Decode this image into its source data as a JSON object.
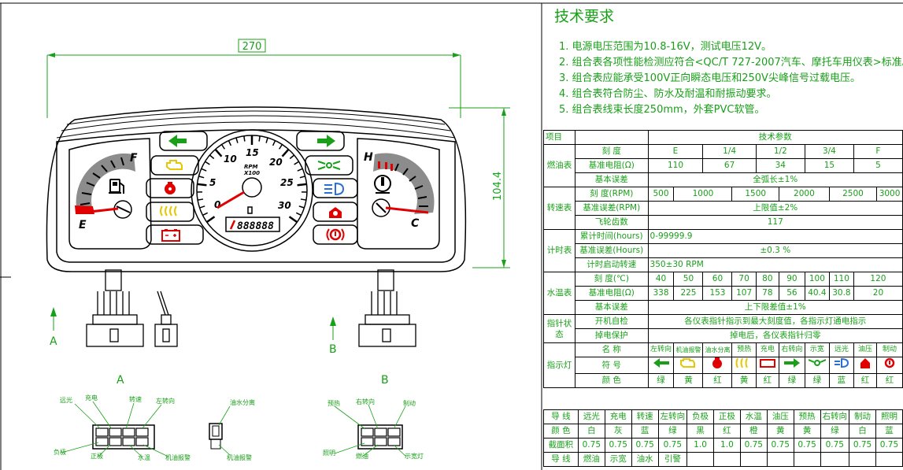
{
  "dims": {
    "width": "270",
    "height": "104.4"
  },
  "view_labels": {
    "a": "A",
    "b": "B",
    "a_arrow": "A",
    "b_arrow": "B"
  },
  "tach": {
    "ticks": [
      "0",
      "5",
      "10",
      "15",
      "20",
      "25",
      "30"
    ],
    "rpm": "RPM",
    "x100": "X100",
    "odometer": "888888"
  },
  "fuel": {
    "f": "F",
    "e": "E"
  },
  "temp": {
    "h": "H",
    "c": "C"
  },
  "requirements": {
    "title": "技术要求",
    "items": [
      "1. 电源电压范围为10.8-16V，测试电压12V。",
      "2. 组合表各项性能检测应符合<QC/T 727-2007汽车、摩托车用仪表>标准。",
      "3. 组合表应能承受100V正向瞬态电压和250V尖峰信号过载电压。",
      "4. 组合表符合防尘、防水及耐温和耐振动要求。",
      "5. 组合表线束长度250mm，外套PVC软管。"
    ]
  },
  "spec_table": {
    "header": {
      "item": "项目",
      "params": "技术参数"
    },
    "fuel": {
      "name": "燃油表",
      "r1": {
        "label": "刻  度",
        "vals": [
          "E",
          "1/4",
          "1/2",
          "3/4",
          "F"
        ]
      },
      "r2": {
        "label": "基准电阻(Ω)",
        "vals": [
          "110",
          "67",
          "34",
          "15",
          "5"
        ]
      },
      "r3": {
        "label": "基本误差",
        "val": "全弧长±1%"
      }
    },
    "tach": {
      "name": "转速表",
      "r1": {
        "label": "刻  度(RPM)",
        "vals": [
          "500",
          "1000",
          "1500",
          "2000",
          "2500",
          "3000"
        ]
      },
      "r2": {
        "label": "基准误差(RPM)",
        "val": "上限值±2%"
      },
      "r3": {
        "label": "飞轮齿数",
        "val": "117"
      }
    },
    "hour": {
      "name": "计时表",
      "r1": {
        "label": "累计时间(hours)",
        "val": "0-99999.9"
      },
      "r2": {
        "label": "基准误差(Hours)",
        "val": "±0.3 %"
      },
      "r3": {
        "label": "计时启动转速",
        "val": "350±30 RPM"
      }
    },
    "water": {
      "name": "水温表",
      "r1": {
        "label": "刻  度(℃)",
        "vals": [
          "40",
          "50",
          "60",
          "70",
          "80",
          "90",
          "100",
          "110",
          "120"
        ]
      },
      "r2": {
        "label": "基准电阻(Ω)",
        "vals": [
          "338",
          "225",
          "153",
          "107",
          "78",
          "56",
          "40.4",
          "30.8",
          "20"
        ]
      },
      "r3": {
        "label": "基本误差",
        "val": "上下限差值±1%"
      }
    },
    "pointer": {
      "name": "指针状态",
      "r1": {
        "label": "开机自检",
        "val": "各仪表指针指示到最大刻度值，各指示灯通电指示"
      },
      "r2": {
        "label": "掉电保护",
        "val": "掉电后，各仪表指针归零"
      }
    },
    "indicator": {
      "name": "指示灯",
      "names": {
        "label": "名  称",
        "vals": [
          "左转向",
          "机油报警",
          "油水分离",
          "预热",
          "充电",
          "右转向",
          "示宽",
          "远光",
          "油压",
          "制动"
        ]
      },
      "symbols": {
        "label": "符  号"
      },
      "colors": {
        "label": "颜  色",
        "vals": [
          "绿",
          "黄",
          "红",
          "黄",
          "红",
          "绿",
          "绿",
          "蓝",
          "红",
          "红"
        ]
      }
    },
    "wires": {
      "r1": {
        "label": "导  线",
        "vals": [
          "远光",
          "充电",
          "转速",
          "左转向",
          "负极",
          "正极",
          "水温",
          "油压",
          "预热",
          "右转向",
          "制动",
          "照明"
        ]
      },
      "r2": {
        "label": "颜  色",
        "vals": [
          "白",
          "灰",
          "蓝",
          "绿",
          "黑",
          "红",
          "橙",
          "黄",
          "黄",
          "绿",
          "白",
          "蓝"
        ]
      },
      "r3": {
        "label": "截面积",
        "vals": [
          "0.75",
          "0.75",
          "0.75",
          "0.75",
          "1.0",
          "1.0",
          "0.75",
          "0.75",
          "0.75",
          "0.75",
          "0.75",
          "0.75"
        ]
      },
      "r4": {
        "label": "导  线",
        "vals": [
          "燃油",
          "示宽",
          "油水",
          "引警"
        ]
      }
    }
  },
  "connector_a": {
    "labels": [
      "远光",
      "充电",
      "转速",
      "左转向",
      "负极",
      "正极",
      "水温",
      "机油报警"
    ]
  },
  "connector_mid": {
    "labels": [
      "油水分离",
      "机油报警"
    ]
  },
  "connector_b": {
    "labels": [
      "预热",
      "右转向",
      "制动",
      "照明",
      "燃油",
      "示宽灯"
    ]
  },
  "colors": {
    "green": "#19a019",
    "red": "#e00000",
    "yellow": "#e6c800",
    "blue": "#2a6fd6",
    "gray": "#8c8c8c"
  }
}
